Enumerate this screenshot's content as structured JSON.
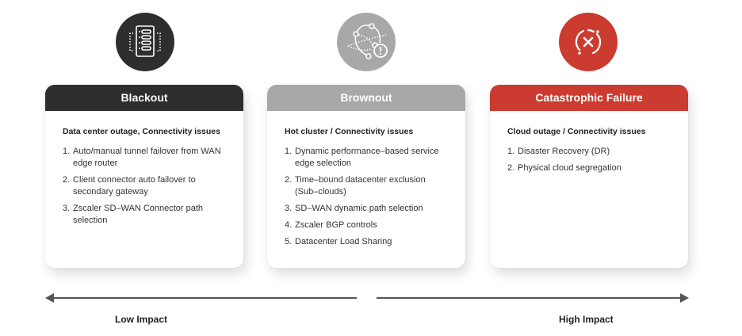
{
  "colors": {
    "blackout": "#2e2e2e",
    "brownout": "#a8a8a8",
    "catastrophic": "#cc3b2f",
    "arrow": "#555555"
  },
  "cards": [
    {
      "title": "Blackout",
      "icon": "server-failover-icon",
      "subtitle": "Data center outage, Connectivity issues",
      "items": [
        {
          "num": "1.",
          "text": "Auto/manual tunnel failover from WAN edge router"
        },
        {
          "num": "2.",
          "text": "Client connector auto failover to secondary gateway"
        },
        {
          "num": "3.",
          "text": "Zscaler SD–WAN Connector path selection"
        }
      ]
    },
    {
      "title": "Brownout",
      "icon": "network-warning-icon",
      "subtitle": "Hot cluster / Connectivity issues",
      "items": [
        {
          "num": "1.",
          "text": "Dynamic performance–based service edge selection"
        },
        {
          "num": "2.",
          "text": "Time–bound datacenter exclusion (Sub–clouds)"
        },
        {
          "num": "3.",
          "text": "SD–WAN dynamic path selection"
        },
        {
          "num": "4.",
          "text": "Zscaler BGP controls"
        },
        {
          "num": "5.",
          "text": "Datacenter Load Sharing"
        }
      ]
    },
    {
      "title": "Catastrophic Failure",
      "icon": "circle-x-icon",
      "subtitle": "Cloud outage / Connectivity issues",
      "items": [
        {
          "num": "1.",
          "text": "Disaster Recovery (DR)"
        },
        {
          "num": "2.",
          "text": "Physical cloud segregation"
        }
      ]
    }
  ],
  "impact": {
    "low_label": "Low Impact",
    "high_label": "High Impact"
  }
}
